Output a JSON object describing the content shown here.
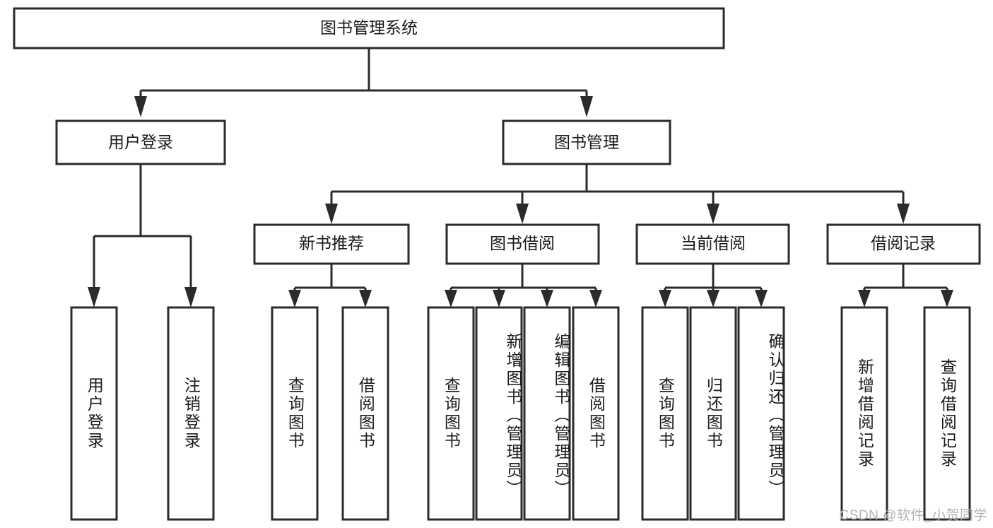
{
  "diagram": {
    "type": "tree",
    "title_node": {
      "label": "图书管理系统"
    },
    "level2": [
      {
        "label": "用户登录"
      },
      {
        "label": "图书管理"
      }
    ],
    "level3": [
      {
        "label": "新书推荐"
      },
      {
        "label": "图书借阅"
      },
      {
        "label": "当前借阅"
      },
      {
        "label": "借阅记录"
      }
    ],
    "leaves": {
      "user_login": [
        {
          "label": "用户登录"
        },
        {
          "label": "注销登录"
        }
      ],
      "new_book_recommend": [
        {
          "label": "查询图书"
        },
        {
          "label": "借阅图书"
        }
      ],
      "book_borrow": [
        {
          "label": "查询图书"
        },
        {
          "label": "新增图书（管理员）"
        },
        {
          "label": "编辑图书（管理员）"
        },
        {
          "label": "借阅图书"
        }
      ],
      "current_borrow": [
        {
          "label": "查询图书"
        },
        {
          "label": "归还图书"
        },
        {
          "label": "确认归还（管理员）"
        }
      ],
      "borrow_record": [
        {
          "label": "新增借阅记录"
        },
        {
          "label": "查询借阅记录"
        }
      ]
    },
    "colors": {
      "box_fill": "#ffffff",
      "box_stroke": "#2b2b2b",
      "text": "#1a1a1a",
      "watermark": "#b3b3b3",
      "background": "#ffffff"
    }
  },
  "watermark": {
    "text": "CSDN @软件_小贺同学"
  }
}
